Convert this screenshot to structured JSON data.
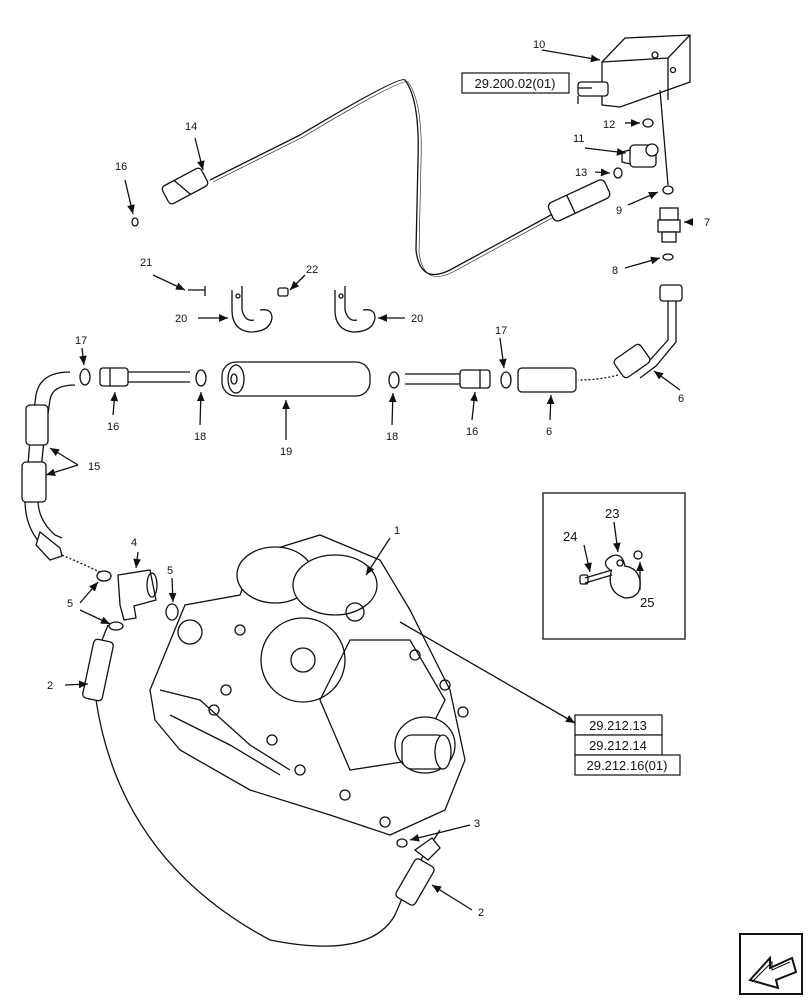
{
  "callouts": {
    "c1": "1",
    "c2a": "2",
    "c2b": "2",
    "c3": "3",
    "c4": "4",
    "c5a": "5",
    "c5b": "5",
    "c6a": "6",
    "c6b": "6",
    "c7": "7",
    "c8": "8",
    "c9": "9",
    "c10": "10",
    "c11": "11",
    "c12": "12",
    "c13": "13",
    "c14": "14",
    "c15": "15",
    "c16a": "16",
    "c16b": "16",
    "c16c": "16",
    "c17a": "17",
    "c17b": "17",
    "c18a": "18",
    "c18b": "18",
    "c19": "19",
    "c20a": "20",
    "c20b": "20",
    "c21": "21",
    "c22": "22",
    "c23": "23",
    "c24": "24",
    "c25": "25"
  },
  "references": {
    "valve_ref": "29.200.02(01)",
    "pump_refs": [
      "29.212.13",
      "29.212.14",
      "29.212.16(01)"
    ]
  },
  "icons": {
    "nav": "arrow-icon"
  }
}
